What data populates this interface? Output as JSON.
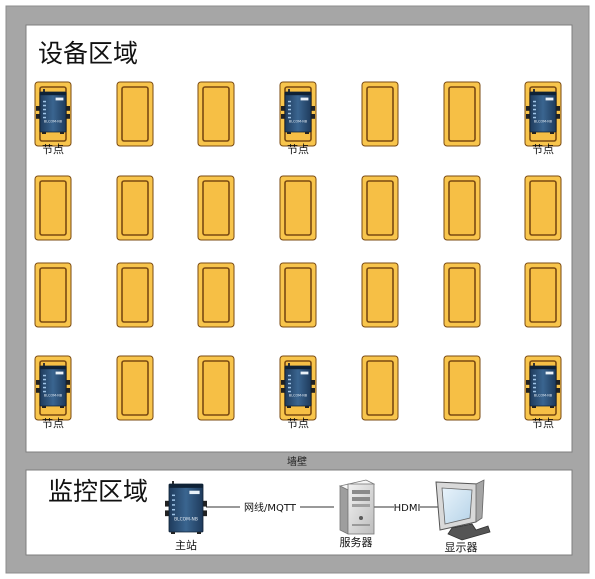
{
  "diagram": {
    "device_area": {
      "title": "设备区域",
      "node_label": "节点",
      "rows": [
        [
          "node",
          "cabinet",
          "cabinet",
          "node",
          "cabinet",
          "cabinet",
          "node"
        ],
        [
          "cabinet",
          "cabinet",
          "cabinet",
          "cabinet",
          "cabinet",
          "cabinet",
          "cabinet"
        ],
        [
          "cabinet",
          "cabinet",
          "cabinet",
          "cabinet",
          "cabinet",
          "cabinet",
          "cabinet"
        ],
        [
          "node",
          "cabinet",
          "cabinet",
          "node",
          "cabinet",
          "cabinet",
          "node"
        ]
      ]
    },
    "wall_label": "墙壁",
    "monitor_area": {
      "title": "监控区域",
      "master_label": "主站",
      "server_label": "服务器",
      "display_label": "显示器",
      "link_network": "网线/MQTT",
      "link_hdmi": "HDMI"
    },
    "device_brand": "BLCOM-NB",
    "colors": {
      "frame": "#a6a6a6",
      "cabinet_fill": "#f8c54c",
      "cabinet_border": "#7a4a12",
      "device_body": "#2c4f74"
    }
  }
}
